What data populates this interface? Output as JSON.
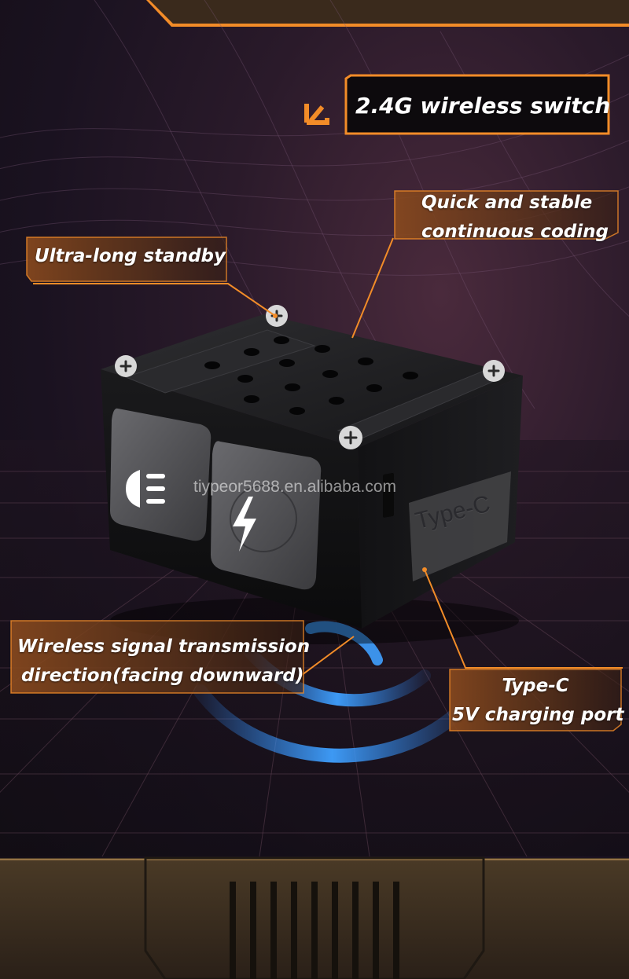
{
  "headline": "2.4G wireless switch",
  "callouts": {
    "coding": [
      "Quick and stable",
      "continuous coding"
    ],
    "standby": "Ultra-long standby",
    "signal": [
      "Wireless signal transmission",
      "direction(facing downward)"
    ],
    "port": [
      "Type-C",
      "5V charging port"
    ]
  },
  "product": {
    "port_marking": "Type-C",
    "button_icons": [
      "headlight-icon",
      "lightning-bolt-icon"
    ]
  },
  "watermark": "tiypeor5688.en.alibaba.com",
  "colors": {
    "accent": "#f28c28",
    "label_fill": "#6b3a1c",
    "signal_wave": "#2f8cff",
    "device_body": "#1c1c1e",
    "button": "#4a4a4d"
  }
}
